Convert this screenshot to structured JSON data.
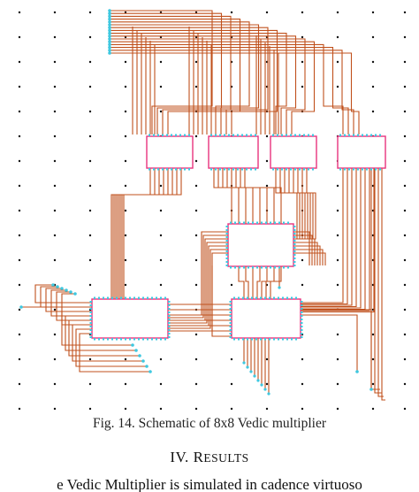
{
  "figure": {
    "caption": "Fig. 14. Schematic of 8x8 Vedic multiplier",
    "wire_color": "#c0501c",
    "block_color": "#e8327e",
    "pin_color": "#3ec8e0"
  },
  "section": {
    "number": "IV.",
    "title_initial": "R",
    "title_rest": "ESULTS"
  },
  "body": {
    "line": "e Vedic Multiplier is simulated in cadence virtuoso"
  }
}
